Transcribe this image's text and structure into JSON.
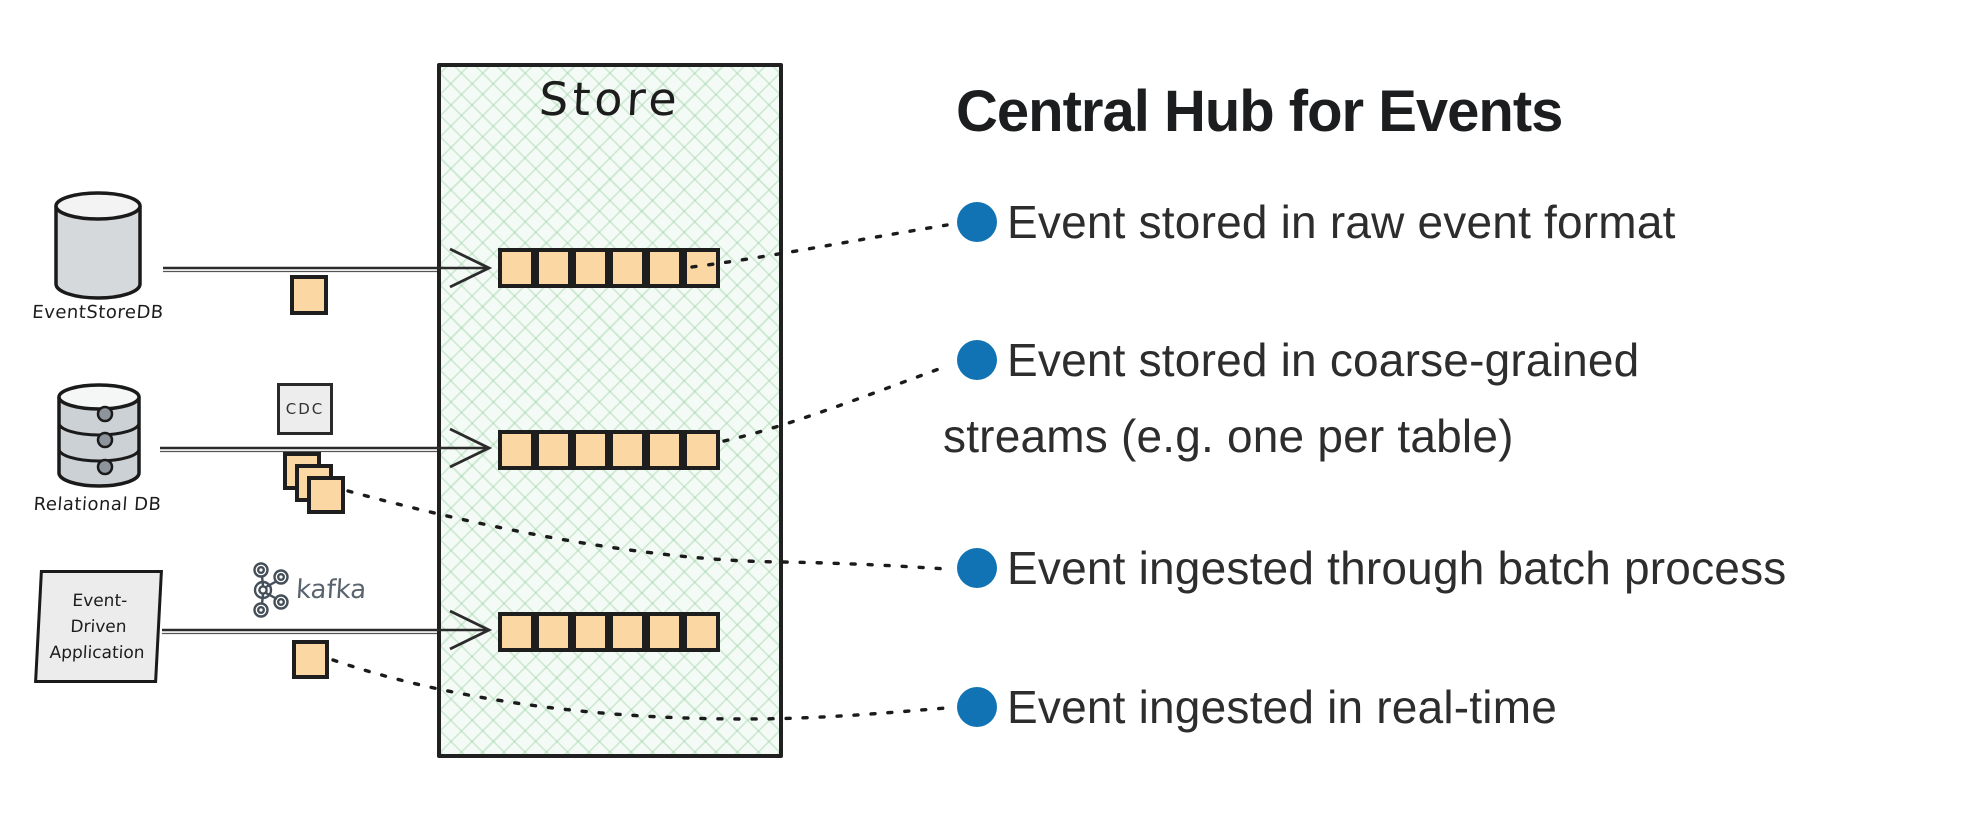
{
  "store": {
    "title": "Store",
    "streams": [
      {
        "name": "raw-event-stream",
        "cells": 6
      },
      {
        "name": "coarse-grained-stream",
        "cells": 6
      },
      {
        "name": "realtime-stream",
        "cells": 6
      }
    ]
  },
  "sources": {
    "eventstoredb": {
      "label": "EventStoreDB"
    },
    "relational_db": {
      "label": "Relational DB"
    },
    "application": {
      "lines": [
        "Event-",
        "Driven",
        "Application"
      ]
    }
  },
  "connectors": {
    "cdc_label": "CDC",
    "kafka_label": "kafka"
  },
  "right_panel": {
    "title": "Central Hub for Events",
    "bullets": [
      {
        "text": "Event stored in raw event format",
        "lines": [
          "Event stored in raw event format"
        ]
      },
      {
        "text": "Event stored in coarse-grained streams (e.g. one per table)",
        "lines": [
          "Event stored in coarse-grained",
          "streams (e.g. one per table)"
        ]
      },
      {
        "text": "Event ingested through batch process",
        "lines": [
          "Event ingested through batch process"
        ]
      },
      {
        "text": "Event ingested in real-time",
        "lines": [
          "Event ingested in real-time"
        ]
      }
    ]
  },
  "colors": {
    "bullet_blue": "#1173b4",
    "event_square_orange": "#fbd7a4",
    "store_green_bg": "#f4faf5",
    "store_hatch_green": "#7ec78c",
    "ink": "#1e1e1e",
    "box_gray": "#ececec"
  }
}
